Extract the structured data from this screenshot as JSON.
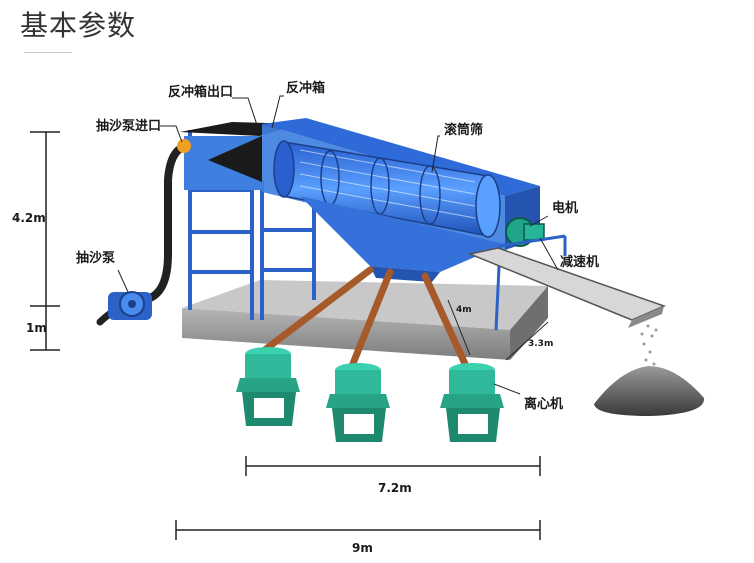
{
  "title": "基本参数",
  "labels": {
    "backflush_outlet": "反冲箱出口",
    "backflush_box": "反冲箱",
    "pump_inlet": "抽沙泵进口",
    "drum_screen": "滚筒筛",
    "motor": "电机",
    "sand_pump": "抽沙泵",
    "reducer": "减速机",
    "centrifuge": "离心机"
  },
  "dimensions": {
    "height_upper": "4.2m",
    "height_base": "1m",
    "leg_length": "4m",
    "base_width": "3.3m",
    "centrifuge_span": "7.2m",
    "total_length": "9m"
  },
  "colors": {
    "tank_blue": "#3f7fe0",
    "frame_blue": "#2a62c8",
    "centrifuge_green": "#2fb89a",
    "leg_brown": "#a65a2a",
    "base_gray": "#9a9a9a"
  }
}
